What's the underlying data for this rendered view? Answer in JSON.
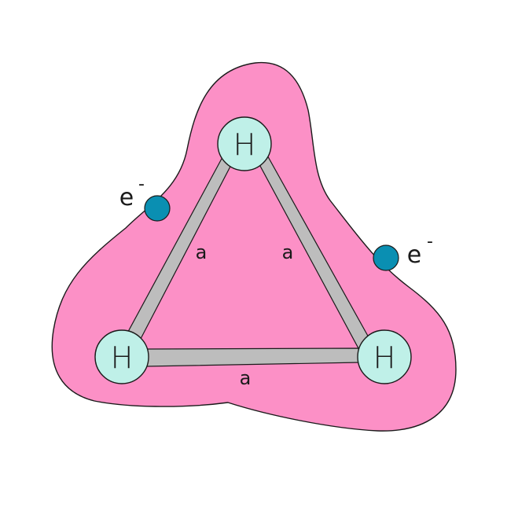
{
  "colors": {
    "cloud": "#fc90c6",
    "bond": "#bdbdbd",
    "atom": "#bff0e8",
    "electron": "#0a8fb2",
    "outline": "#1a1a1a"
  },
  "atoms": [
    {
      "symbol": "H"
    },
    {
      "symbol": "H"
    },
    {
      "symbol": "H"
    }
  ],
  "bonds": [
    {
      "label": "a"
    },
    {
      "label": "a"
    },
    {
      "label": "a"
    }
  ],
  "electrons": [
    {
      "label": "e",
      "charge": "-"
    },
    {
      "label": "e",
      "charge": "-"
    }
  ]
}
